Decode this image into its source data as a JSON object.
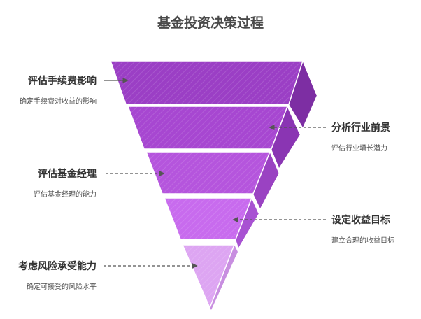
{
  "title": "基金投资决策过程",
  "steps": [
    {
      "label": "评估手续费影响",
      "desc": "确定手续费对收益的影响",
      "color": "#9b3fc5"
    },
    {
      "label": "分析行业前景",
      "desc": "评估行业增长潜力",
      "color": "#a747d1"
    },
    {
      "label": "评估基金经理",
      "desc": "评估基金经理的能力",
      "color": "#b555dd"
    },
    {
      "label": "设定收益目标",
      "desc": "建立合理的收益目标",
      "color": "#c86bee"
    },
    {
      "label": "考虑风险承受能力",
      "desc": "确定可接受的风险水平",
      "color": "#dda5f2"
    }
  ]
}
